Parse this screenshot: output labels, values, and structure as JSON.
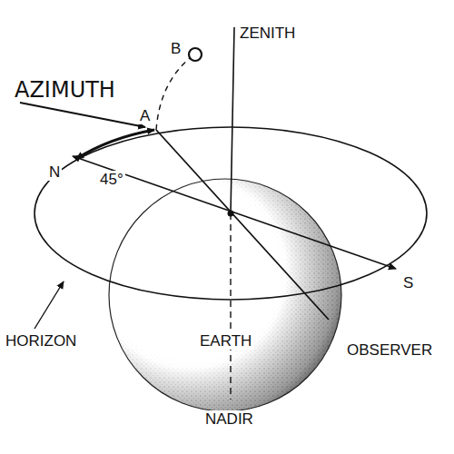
{
  "diagram": {
    "labels": [
      "ZENITH",
      "B",
      "AZIMUTH",
      "A",
      "N",
      "45°",
      "S",
      "HORIZON",
      "EARTH",
      "OBSERVER",
      "NADIR"
    ]
  }
}
